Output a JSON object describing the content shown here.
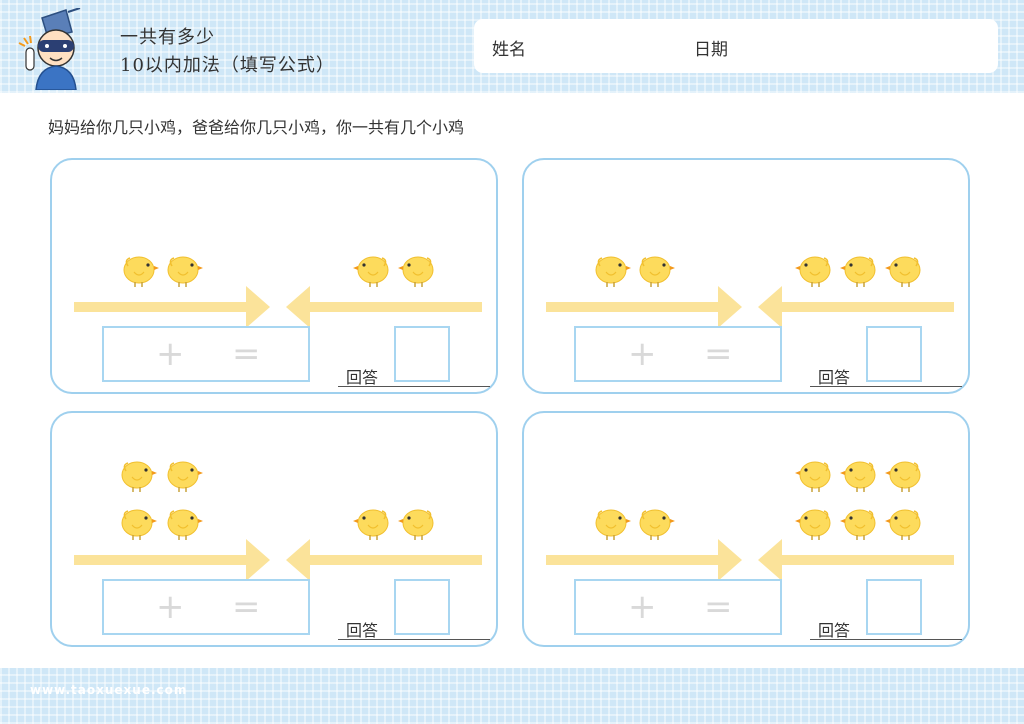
{
  "header": {
    "title_line1": "一共有多少",
    "title_line2": "10以内加法（填写公式）",
    "name_label": "姓名",
    "date_label": "日期"
  },
  "instruction": "妈妈给你几只小鸡，爸爸给你几只小鸡，你一共有几个小鸡",
  "problems": [
    {
      "left_chicks": 2,
      "right_chicks": 2,
      "plus": "+",
      "equals": "=",
      "answer_label": "回答"
    },
    {
      "left_chicks": 2,
      "right_chicks": 3,
      "plus": "+",
      "equals": "=",
      "answer_label": "回答"
    },
    {
      "left_chicks": 4,
      "right_chicks": 2,
      "plus": "+",
      "equals": "=",
      "answer_label": "回答"
    },
    {
      "left_chicks": 2,
      "right_chicks": 6,
      "plus": "+",
      "equals": "=",
      "answer_label": "回答"
    }
  ],
  "footer": {
    "url": "www.taoxuexue.com"
  },
  "colors": {
    "band": "#cfe7f7",
    "card_border": "#9fd0ee",
    "arrow": "#fbe39a",
    "chick": "#fddb5c"
  },
  "icons": {
    "mascot": "robot-mascot-icon",
    "chick": "chick-icon",
    "arrow": "arrow-icon"
  }
}
